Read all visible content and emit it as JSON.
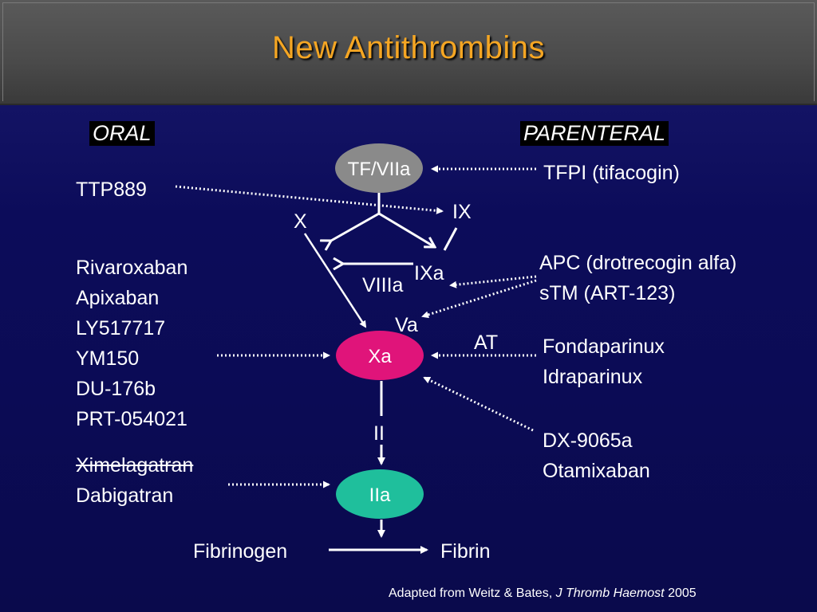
{
  "title": "New Antithrombins",
  "headers": {
    "oral": "ORAL",
    "parenteral": "PARENTERAL"
  },
  "nodes": {
    "tf_viia": "TF/VIIa",
    "xa": "Xa",
    "iia": "IIa",
    "x": "X",
    "ix": "IX",
    "ixa": "IXa",
    "viiia": "VIIIa",
    "va": "Va",
    "ii": "II",
    "at": "AT",
    "fibrinogen": "Fibrinogen",
    "fibrin": "Fibrin"
  },
  "oral": {
    "ttp": "TTP889",
    "xa_inhibitors": [
      "Rivaroxaban",
      "Apixaban",
      "LY517717",
      "YM150",
      "DU-176b",
      "PRT-054021"
    ],
    "thrombin_inhibitors": {
      "struck": "Ximelagatran",
      "current": "Dabigatran"
    }
  },
  "parenteral": {
    "tfpi": "TFPI (tifacogin)",
    "apc": "APC (drotrecogin alfa)",
    "stm": "sTM (ART-123)",
    "at_agents": [
      "Fondaparinux",
      "Idraparinux"
    ],
    "direct": [
      "DX-9065a",
      "Otamixaban"
    ]
  },
  "credit": {
    "prefix": "Adapted from Weitz & Bates, ",
    "journal": "J Thromb Haemost",
    "year": " 2005"
  },
  "colors": {
    "title": "#f5a623",
    "tf_viia_fill": "#8a8a8a",
    "xa_fill": "#e0147a",
    "iia_fill": "#1fbf9c",
    "background": "#0c0c5a"
  }
}
